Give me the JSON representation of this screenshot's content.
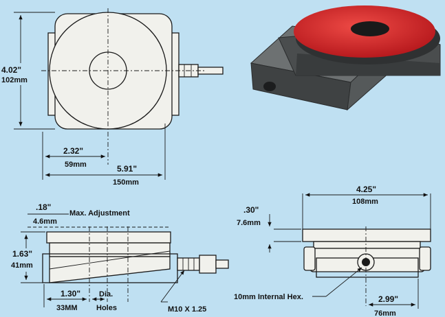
{
  "top_view": {
    "height_in": "4.02\"",
    "height_mm": "102mm",
    "center_in": "2.32\"",
    "center_mm": "59mm",
    "width_in": "5.91\"",
    "width_mm": "150mm"
  },
  "side_view": {
    "adjust_in": ".18\"",
    "adjust_mm": "4.6mm",
    "adjust_label": "Max. Adjustment",
    "height_in": "1.63\"",
    "height_mm": "41mm",
    "hole_in": "1.30\"",
    "hole_mm": "33MM",
    "dia_label_1": "Dia.",
    "dia_label_2": "Holes",
    "thread_label": "M10 X 1.25"
  },
  "end_view": {
    "width_in": "4.25\"",
    "width_mm": "108mm",
    "top_in": ".30\"",
    "top_mm": "7.6mm",
    "hex_label": "10mm Internal Hex.",
    "base_in": "2.99\"",
    "base_mm": "76mm"
  },
  "colors": {
    "background": "#bfe0f2",
    "pad_red": "#d8262a",
    "body_gray": "#4a4d4e"
  }
}
